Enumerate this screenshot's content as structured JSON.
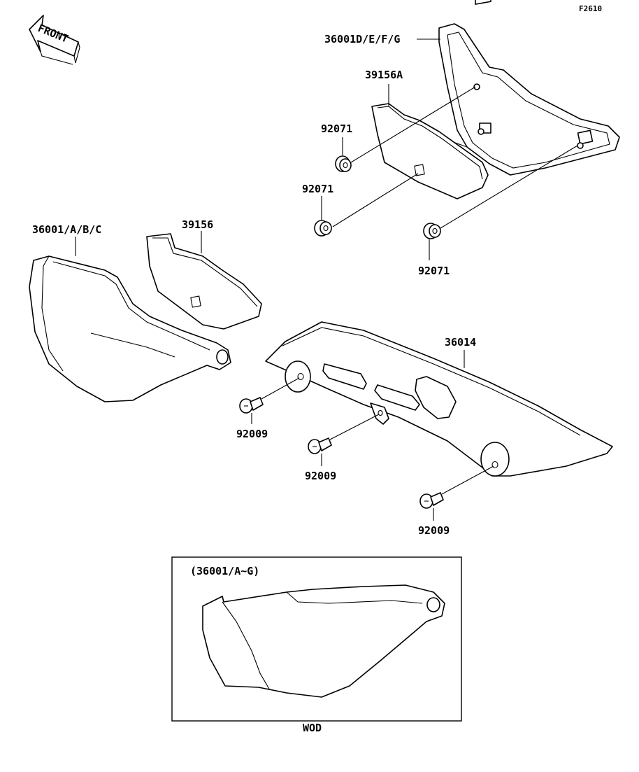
{
  "figure_code": "F2610",
  "front_label": "FRONT",
  "labels": {
    "side_cover_right": "36001D/E/F/G",
    "pad_right": "39156A",
    "grommet_upper": "92071",
    "grommet_middle": "92071",
    "grommet_lower": "92071",
    "side_cover_left": "36001/A/B/C",
    "pad_left": "39156",
    "chain_cover": "36014",
    "bolt_1": "92009",
    "bolt_2": "92009",
    "bolt_3": "92009"
  },
  "inset": {
    "title": "(36001/A~G)",
    "caption": "WOD"
  }
}
